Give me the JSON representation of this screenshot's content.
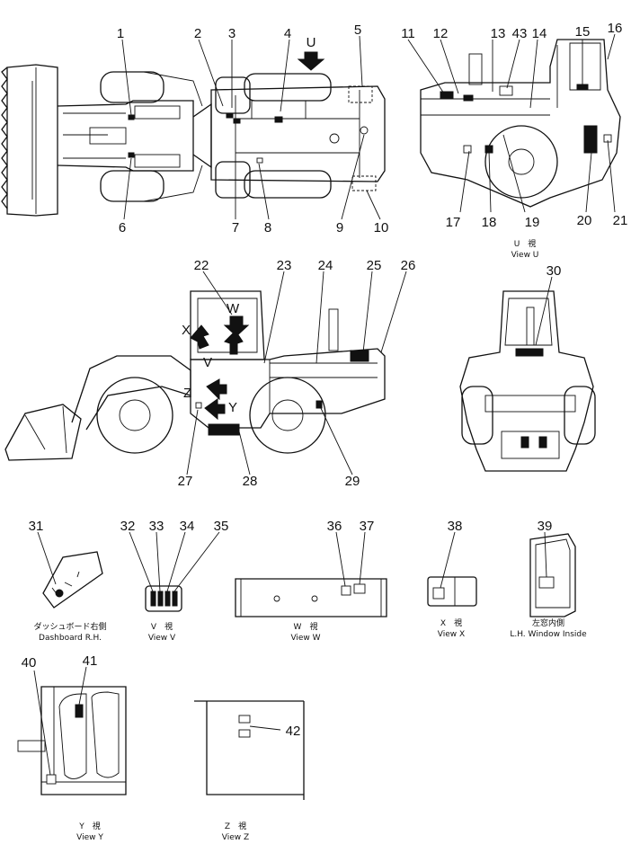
{
  "callouts": [
    "1",
    "2",
    "3",
    "4",
    "5",
    "6",
    "7",
    "8",
    "9",
    "10",
    "11",
    "12",
    "13",
    "43",
    "14",
    "15",
    "16",
    "17",
    "18",
    "19",
    "20",
    "21",
    "22",
    "23",
    "24",
    "25",
    "26",
    "27",
    "28",
    "29",
    "30",
    "31",
    "32",
    "33",
    "34",
    "35",
    "36",
    "37",
    "38",
    "39",
    "40",
    "41",
    "42"
  ],
  "view_letters": {
    "u": "U",
    "x": "X",
    "w": "W",
    "v": "V",
    "z": "Z",
    "y": "Y"
  },
  "captions": {
    "view_u_jp": "U　視",
    "view_u": "View U",
    "dashboard_jp": "ダッシュボード右側",
    "dashboard": "Dashboard R.H.",
    "view_v_jp": "V　視",
    "view_v": "View V",
    "view_w_jp": "W　視",
    "view_w": "View W",
    "view_x_jp": "X　視",
    "view_x": "View X",
    "window_jp": "左窓内側",
    "window": "L.H. Window Inside",
    "view_y_jp": "Y　視",
    "view_y": "View Y",
    "view_z_jp": "Z　視",
    "view_z": "View Z"
  }
}
